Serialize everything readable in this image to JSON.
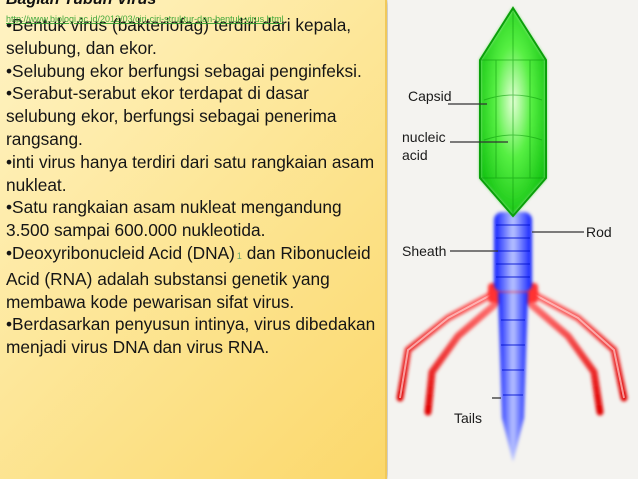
{
  "slide": {
    "title": "Bagian Tubuh Virus",
    "link_text": "http://www.biologi.ac.id/2012/03/ciri-ciri-struktur-dan-bentuk-virus.html",
    "paragraphs": [
      "•Bentuk virus (bakteriofag) terdiri dari kepala, selubung, dan ekor.",
      "•Selubung ekor berfungsi sebagai penginfeksi.",
      "•Serabut-serabut ekor terdapat di dasar selubung ekor, berfungsi sebagai penerima rangsang.",
      "•inti virus hanya terdiri dari satu rangkaian asam nukleat.",
      "•Satu rangkaian asam nukleat mengandung 3.500 sampai 600.000 nukleotida."
    ],
    "dna_sentence_part1": "•Deoxyribonucleid Acid (DNA)",
    "dna_footnote": "1",
    "dna_sentence_part2": " dan Ribonucleid Acid (RNA) adalah substansi genetik yang membawa kode pewarisan sifat virus.",
    "last_paragraph": "•Berdasarkan penyusun intinya, virus dibedakan menjadi virus DNA dan virus RNA."
  },
  "diagram": {
    "labels": {
      "capsid": "Capsid",
      "nucleic_line1": "nucleic",
      "nucleic_line2": "acid",
      "rod": "Rod",
      "sheath": "Sheath",
      "tails": "Tails"
    },
    "colors": {
      "capsid": "#22e022",
      "sheath": "#2b3dff",
      "tails": "#ff2020",
      "background": "#f4f3f0",
      "panel": "#fde79a"
    }
  }
}
